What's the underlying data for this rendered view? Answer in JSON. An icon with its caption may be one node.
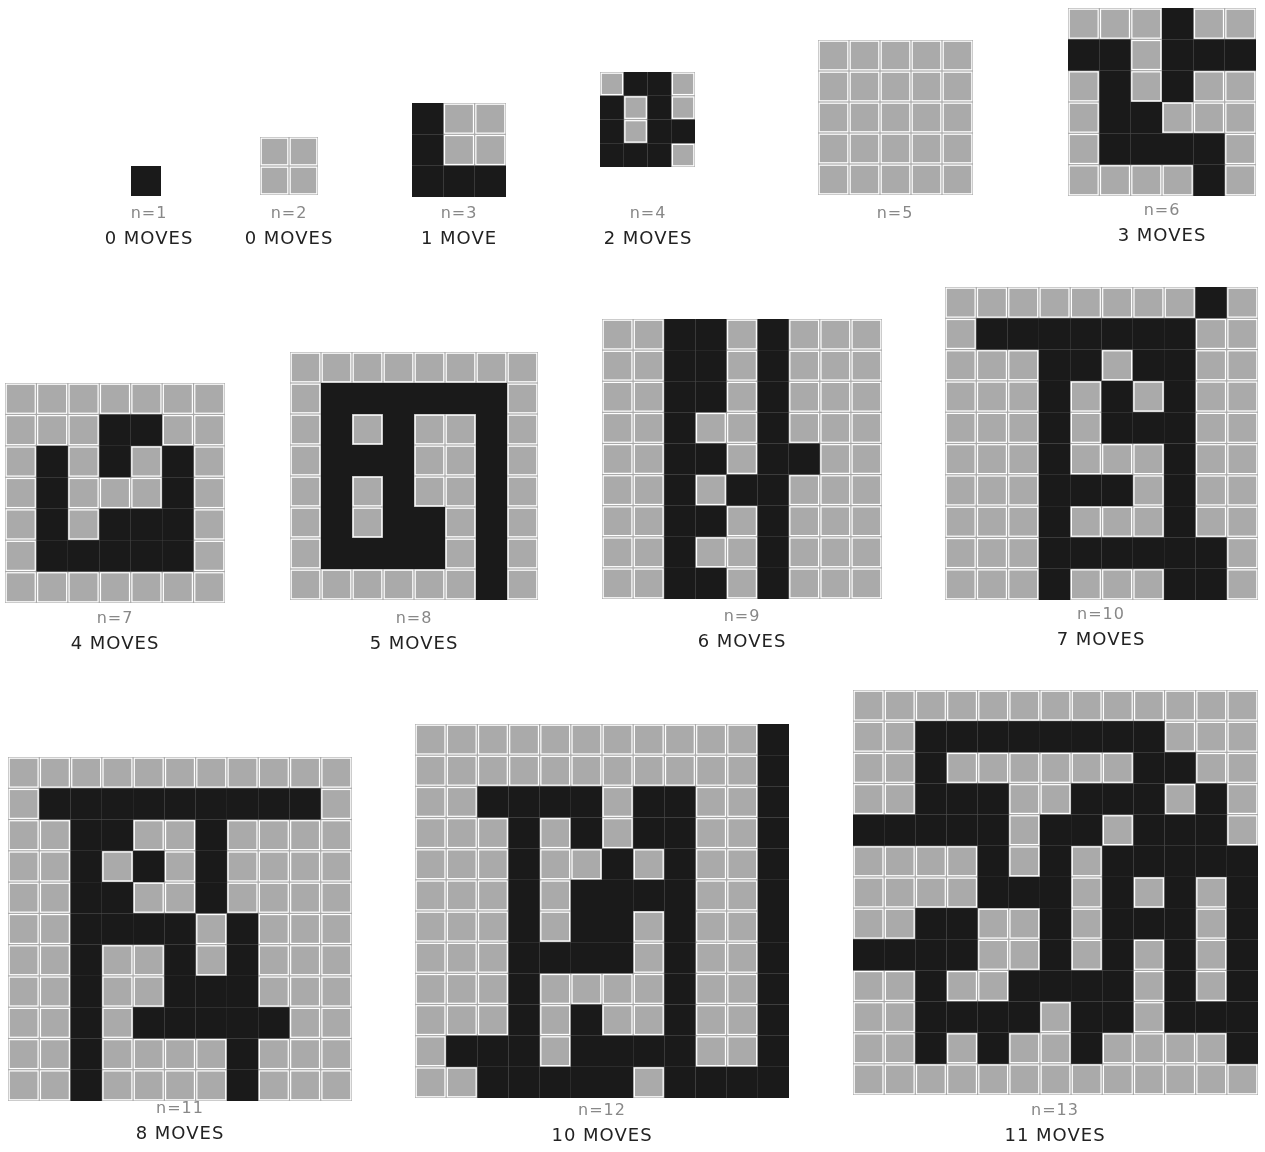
{
  "diagram": {
    "labels": [
      "n=1",
      "0 MOVES",
      "n=2",
      "0 MOVES",
      "n=3",
      "1 MOVE",
      "n=4",
      "2 MOVES",
      "n=5",
      "n=6",
      "3 MOVES",
      "n=7",
      "4 MOVES",
      "n=8",
      "5 MOVES",
      "n=9",
      "6 MOVES",
      "n=10",
      "7 MOVES",
      "n=11",
      "8 MOVES",
      "n=12",
      "10 MOVES",
      "n=13",
      "11 MOVES"
    ]
  }
}
